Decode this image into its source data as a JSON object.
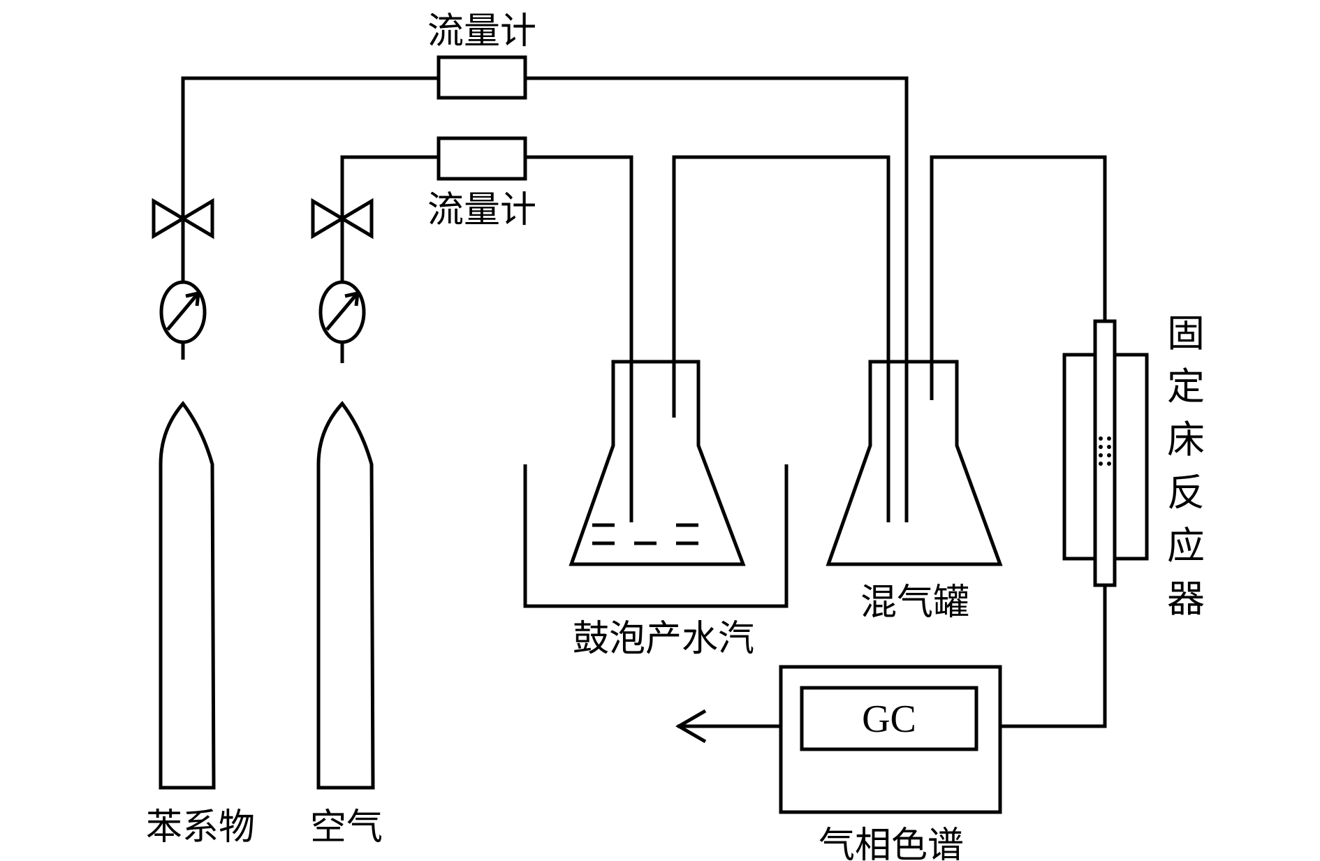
{
  "labels": {
    "flowmeter_top": "流量计",
    "flowmeter_bottom": "流量计",
    "cylinder_left": "苯系物",
    "cylinder_right": "空气",
    "bubbler": "鼓泡产水汽",
    "mixing_tank": "混气罐",
    "reactor_chars": [
      "固",
      "定",
      "床",
      "反",
      "应",
      "器"
    ],
    "gc_instrument": "气相色谱",
    "gc_screen": "GC"
  },
  "icons": [
    "valve-icon",
    "pressure-gauge-icon",
    "gas-cylinder-icon",
    "arrow-left-icon"
  ],
  "colors": {
    "line": "#000000",
    "background": "#ffffff"
  }
}
